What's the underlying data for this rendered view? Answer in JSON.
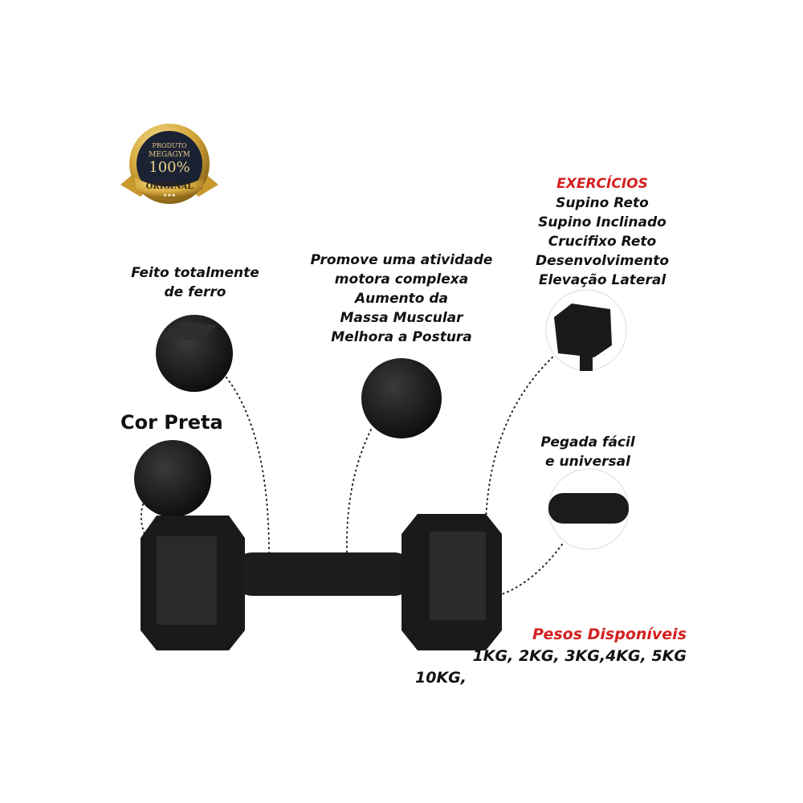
{
  "badge": {
    "line1": "PRODUTO",
    "line2": "MEGAGYM",
    "line3": "100%",
    "ribbon": "ORIGINAL"
  },
  "callouts": {
    "material": [
      "Feito totalmente",
      "de ferro"
    ],
    "color": "Cor Preta",
    "benefits": [
      "Promove uma atividade",
      "motora complexa",
      "Aumento da",
      "Massa Muscular",
      "Melhora a Postura"
    ],
    "exercises_title": "EXERCÍCIOS",
    "exercises": [
      "Supino Reto",
      "Supino Inclinado",
      "Crucifixo Reto",
      "Desenvolvimento",
      "Elevação Lateral"
    ],
    "grip": [
      "Pegada fácil",
      "e universal"
    ],
    "weights_title": "Pesos Disponíveis",
    "weights_line1": "1KG, 2KG, 3KG,4KG, 5KG",
    "weights_line2": "10KG,"
  },
  "colors": {
    "accent": "#d42020",
    "iron": "#1c1c1c",
    "gold": "#d4a73a"
  }
}
